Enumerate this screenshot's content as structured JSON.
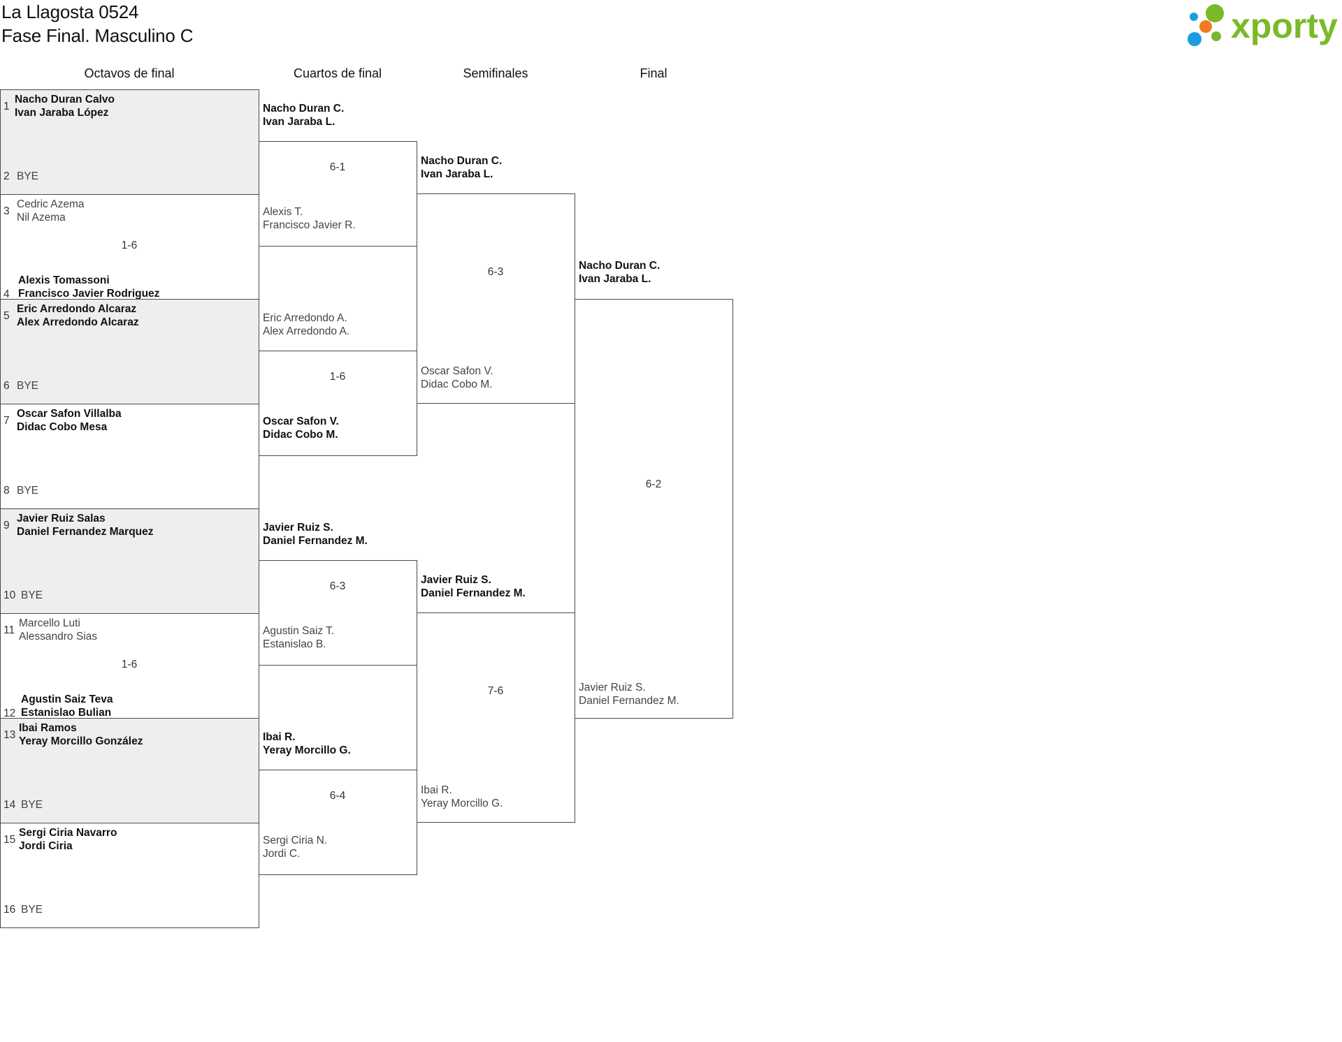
{
  "header": {
    "title_line1": "La Llagosta 0524",
    "title_line2": "Fase Final. Masculino C",
    "logo_text": "xporty",
    "logo_colors": {
      "green": "#7ab929",
      "orange": "#f07b22",
      "blue": "#1a9de0"
    }
  },
  "rounds": [
    "Octavos de final",
    "Cuartos de final",
    "Semifinales",
    "Final"
  ],
  "octavos": [
    {
      "top": {
        "seed": "1",
        "p1": "Nacho Duran Calvo",
        "p2": "Ivan Jaraba López",
        "winner": true
      },
      "bottom": {
        "seed": "2",
        "p1": "BYE"
      },
      "score": ""
    },
    {
      "top": {
        "seed": "3",
        "p1": "Cedric Azema",
        "p2": "Nil Azema",
        "winner": false
      },
      "bottom": {
        "seed": "4",
        "p1": "Alexis Tomassoni",
        "p2": "Francisco Javier Rodriguez",
        "winner": true
      },
      "score": "1-6"
    },
    {
      "top": {
        "seed": "5",
        "p1": "Eric Arredondo Alcaraz",
        "p2": "Alex Arredondo Alcaraz",
        "winner": true
      },
      "bottom": {
        "seed": "6",
        "p1": "BYE"
      },
      "score": ""
    },
    {
      "top": {
        "seed": "7",
        "p1": "Oscar Safon Villalba",
        "p2": "Didac Cobo Mesa",
        "winner": true
      },
      "bottom": {
        "seed": "8",
        "p1": "BYE"
      },
      "score": ""
    },
    {
      "top": {
        "seed": "9",
        "p1": "Javier Ruiz Salas",
        "p2": "Daniel Fernandez Marquez",
        "winner": true
      },
      "bottom": {
        "seed": "10",
        "p1": "BYE"
      },
      "score": ""
    },
    {
      "top": {
        "seed": "11",
        "p1": "Marcello Luti",
        "p2": "Alessandro Sias",
        "winner": false
      },
      "bottom": {
        "seed": "12",
        "p1": "Agustin Saiz Teva",
        "p2": "Estanislao Bulian",
        "winner": true
      },
      "score": "1-6"
    },
    {
      "top": {
        "seed": "13",
        "p1": "Ibai Ramos",
        "p2": "Yeray Morcillo González",
        "winner": true
      },
      "bottom": {
        "seed": "14",
        "p1": "BYE"
      },
      "score": ""
    },
    {
      "top": {
        "seed": "15",
        "p1": "Sergi Ciria Navarro",
        "p2": "Jordi Ciria",
        "winner": true
      },
      "bottom": {
        "seed": "16",
        "p1": "BYE"
      },
      "score": ""
    }
  ],
  "cuartos": [
    {
      "top": {
        "p1": "Nacho Duran C.",
        "p2": "Ivan Jaraba L.",
        "winner": true
      },
      "bottom": {
        "p1": "Alexis T.",
        "p2": "Francisco Javier R.",
        "winner": false
      },
      "score": "6-1"
    },
    {
      "top": {
        "p1": "Eric Arredondo A.",
        "p2": "Alex Arredondo A.",
        "winner": false
      },
      "bottom": {
        "p1": "Oscar Safon V.",
        "p2": "Didac Cobo M.",
        "winner": true
      },
      "score": "1-6"
    },
    {
      "top": {
        "p1": "Javier Ruiz S.",
        "p2": "Daniel Fernandez M.",
        "winner": true
      },
      "bottom": {
        "p1": "Agustin Saiz T.",
        "p2": "Estanislao B.",
        "winner": false
      },
      "score": "6-3"
    },
    {
      "top": {
        "p1": "Ibai R.",
        "p2": "Yeray Morcillo G.",
        "winner": true
      },
      "bottom": {
        "p1": "Sergi Ciria N.",
        "p2": "Jordi C.",
        "winner": false
      },
      "score": "6-4"
    }
  ],
  "semis": [
    {
      "top": {
        "p1": "Nacho Duran C.",
        "p2": "Ivan Jaraba L.",
        "winner": true
      },
      "bottom": {
        "p1": "Oscar Safon V.",
        "p2": "Didac Cobo M.",
        "winner": false
      },
      "score": "6-3"
    },
    {
      "top": {
        "p1": "Javier Ruiz S.",
        "p2": "Daniel Fernandez M.",
        "winner": true
      },
      "bottom": {
        "p1": "Ibai R.",
        "p2": "Yeray Morcillo G.",
        "winner": false
      },
      "score": "7-6"
    }
  ],
  "final": {
    "top": {
      "p1": "Nacho Duran C.",
      "p2": "Ivan Jaraba L.",
      "winner": true
    },
    "bottom": {
      "p1": "Javier Ruiz S.",
      "p2": "Daniel Fernandez M.",
      "winner": false
    },
    "score": "6-2"
  }
}
